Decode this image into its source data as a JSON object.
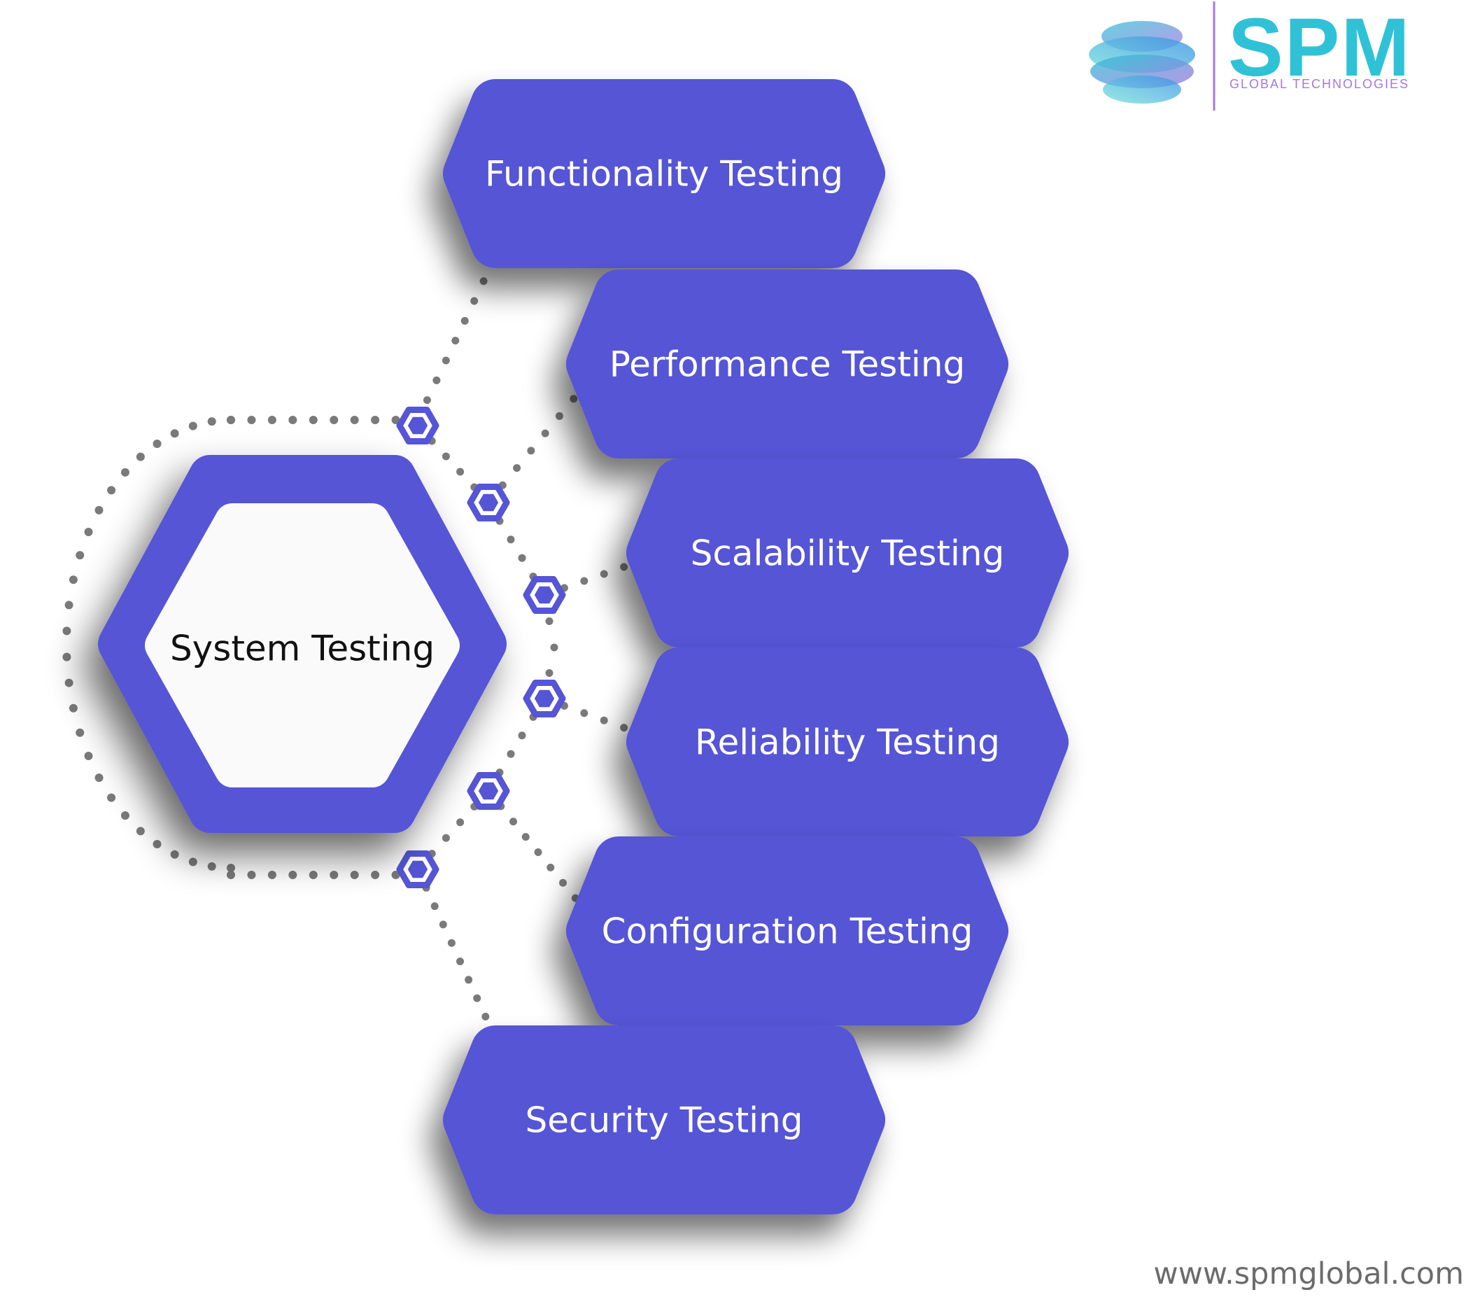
{
  "logo": {
    "name": "SPM",
    "tagline": "GLOBAL TECHNOLOGIES"
  },
  "center": {
    "label": "System Testing"
  },
  "branches": [
    {
      "label": "Functionality Testing"
    },
    {
      "label": "Performance Testing"
    },
    {
      "label": "Scalability Testing"
    },
    {
      "label": "Reliability Testing"
    },
    {
      "label": "Configuration Testing"
    },
    {
      "label": "Security Testing"
    }
  ],
  "footer": {
    "url": "www.spmglobal.com"
  },
  "colors": {
    "node_fill": "#5555d6",
    "center_border": "#5555d6",
    "center_fill": "#fafafa",
    "dots": "#7a7a7a",
    "connector_hex": "#5555d6",
    "logo_main": "#2fc2d7",
    "logo_sub": "#a677e0",
    "url_text": "#6b6b6b"
  }
}
